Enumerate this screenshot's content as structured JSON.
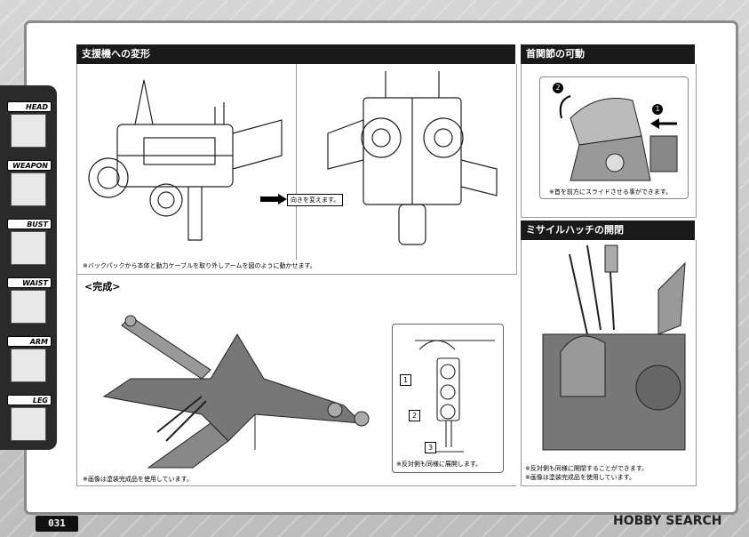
{
  "page_number": "031",
  "watermark": "HOBBY SEARCH",
  "sidebar": {
    "items": [
      {
        "label": "HEAD",
        "icon": "head-part-icon"
      },
      {
        "label": "WEAPON",
        "icon": "weapon-part-icon"
      },
      {
        "label": "BUST",
        "icon": "bust-part-icon"
      },
      {
        "label": "WAIST",
        "icon": "waist-part-icon"
      },
      {
        "label": "ARM",
        "icon": "arm-part-icon"
      },
      {
        "label": "LEG",
        "icon": "leg-part-icon"
      }
    ]
  },
  "sections": {
    "transform": {
      "title": "支援機への変形",
      "arrow_label": "向きを変えます。",
      "note": "※バックパックから本体と動力ケーブルを取り外しアームを図のように動かせます。"
    },
    "complete": {
      "title": "<完成>",
      "note": "※画像は塗装完成品を使用しています。",
      "inset_note": "※反対側も同様に展開します。",
      "steps": [
        "1",
        "2",
        "3"
      ]
    },
    "neck": {
      "title": "首関節の可動",
      "steps": [
        "1",
        "2"
      ],
      "note": "※首を前方にスライドさせる事ができます。"
    },
    "missile": {
      "title": "ミサイルハッチの開閉",
      "note_1": "※反対側も同様に開閉することができます。",
      "note_2": "※画像は塗装完成品を使用しています。"
    }
  }
}
